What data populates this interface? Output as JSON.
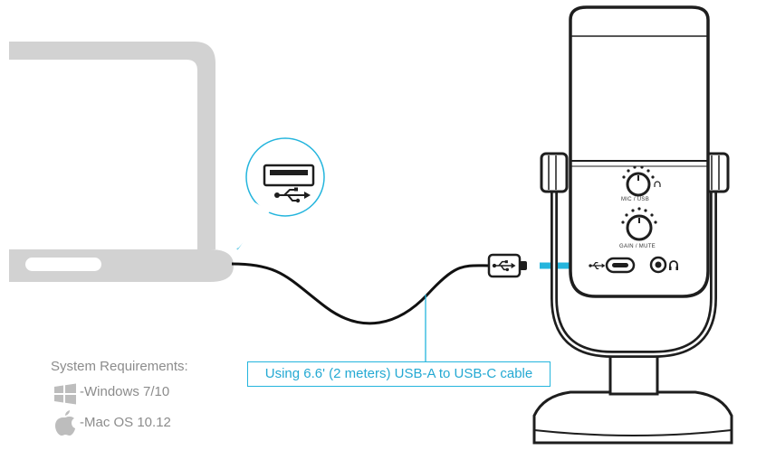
{
  "system_requirements": {
    "title": "System Requirements:",
    "windows": {
      "icon": "windows-logo-icon",
      "label": "-Windows 7/10"
    },
    "mac": {
      "icon": "apple-logo-icon",
      "label": "-Mac OS 10.12"
    }
  },
  "cable_label": "Using  6.6' (2 meters) USB-A to USB-C cable",
  "microphone": {
    "knob_top_label": "MIC / USB",
    "knob_bottom_label": "GAIN / MUTE",
    "ports": [
      "usb-symbol-icon",
      "usb-c-port",
      "headphone-jack",
      "headphone-icon"
    ]
  },
  "laptop": {
    "port_callout_icons": [
      "usb-a-port-icon",
      "usb-symbol-icon"
    ]
  },
  "colors": {
    "accent": "#24b5dd",
    "laptop_gray": "#d2d2d2",
    "mic_dark": "#1e1e1e",
    "text_gray": "#8c8c8c"
  }
}
